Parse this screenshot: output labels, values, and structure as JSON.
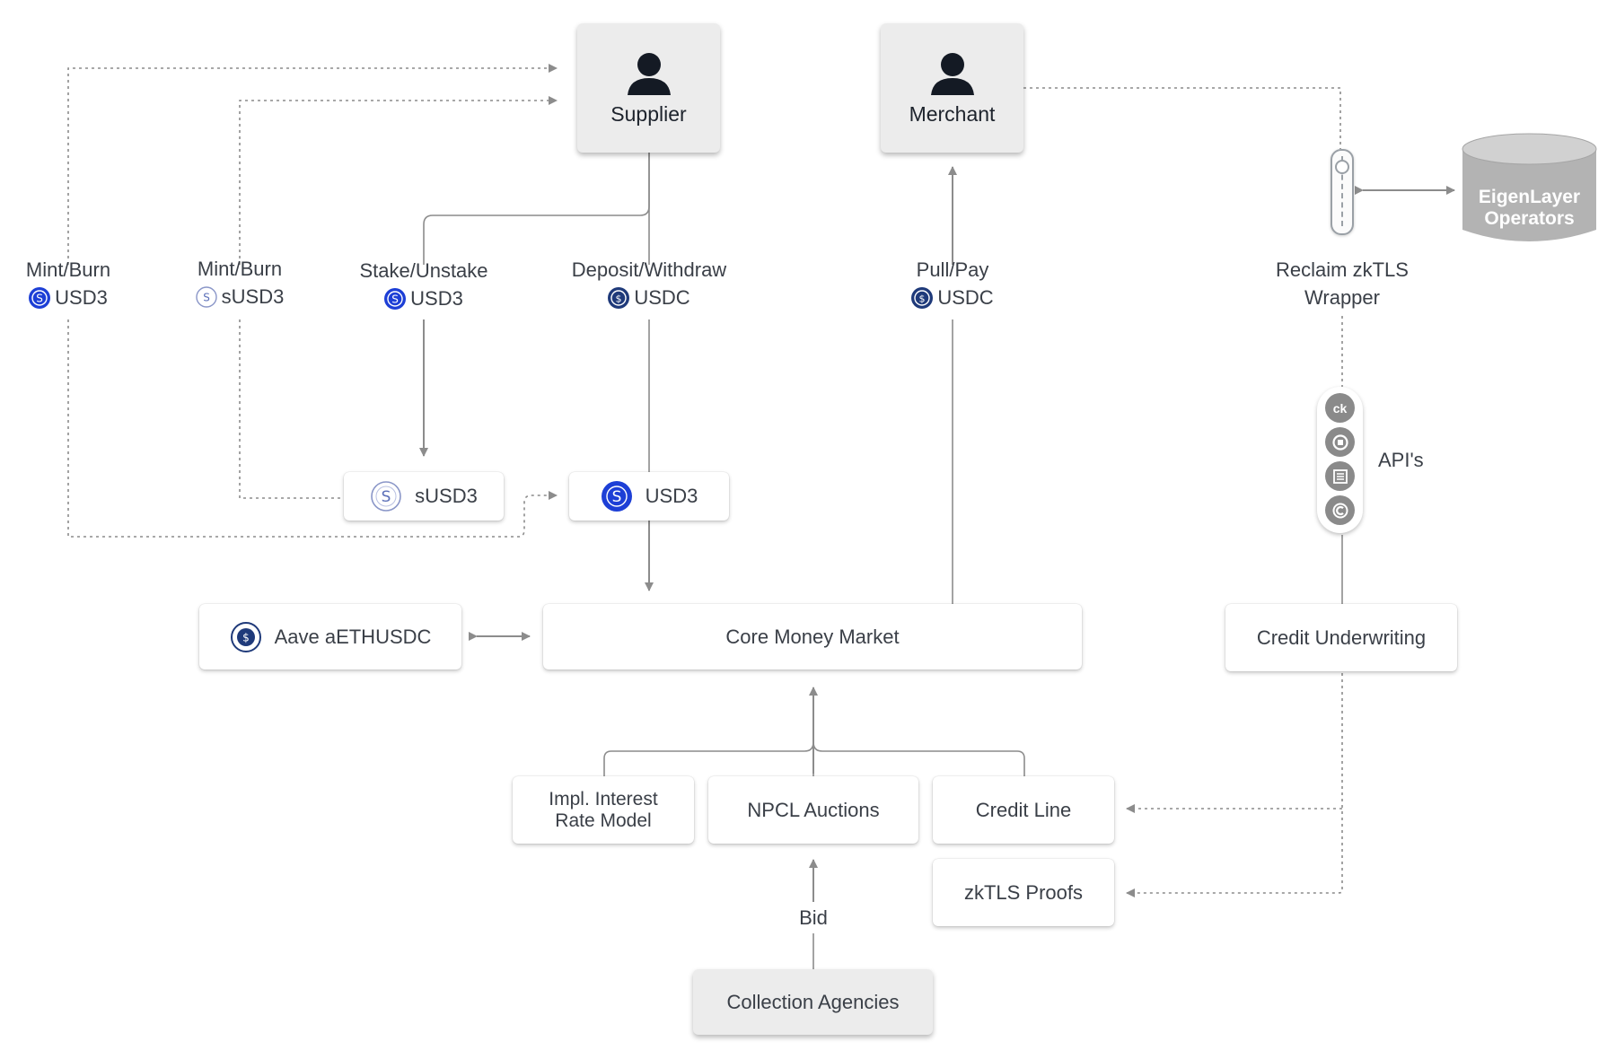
{
  "nodes": {
    "supplier": "Supplier",
    "merchant": "Merchant",
    "susd3": "sUSD3",
    "usd3": "USD3",
    "aave": "Aave aETHUSDC",
    "core_money_market": "Core Money Market",
    "credit_underwriting": "Credit Underwriting",
    "impl_interest_line1": "Impl. Interest",
    "impl_interest_line2": "Rate Model",
    "npcl_auctions": "NPCL Auctions",
    "credit_line": "Credit Line",
    "zktls_proofs": "zkTLS Proofs",
    "collection_agencies": "Collection Agencies",
    "eigenlayer_line1": "EigenLayer",
    "eigenlayer_line2": "Operators"
  },
  "edge_labels": {
    "mint_burn_usd3": {
      "action": "Mint/Burn",
      "token": "USD3"
    },
    "mint_burn_susd3": {
      "action": "Mint/Burn",
      "token": "sUSD3"
    },
    "stake_unstake": {
      "action": "Stake/Unstake",
      "token": "USD3"
    },
    "deposit_withdraw": {
      "action": "Deposit/Withdraw",
      "token": "USDC"
    },
    "pull_pay": {
      "action": "Pull/Pay",
      "token": "USDC"
    },
    "reclaim_line1": "Reclaim zkTLS",
    "reclaim_line2": "Wrapper",
    "apis": "API's",
    "bid": "Bid"
  },
  "api_icons": [
    "ck-icon",
    "square-icon",
    "bank-icon",
    "c-icon"
  ],
  "api_icon_text": {
    "ck": "ck"
  },
  "colors": {
    "usd3_coin": "#1d3fd6",
    "usdc_coin": "#1f3a7a",
    "susd3_coin": "#5b6fb8",
    "line": "#8c8c8c",
    "grey_box": "#ececec",
    "cylinder": "#b3b3b3"
  }
}
